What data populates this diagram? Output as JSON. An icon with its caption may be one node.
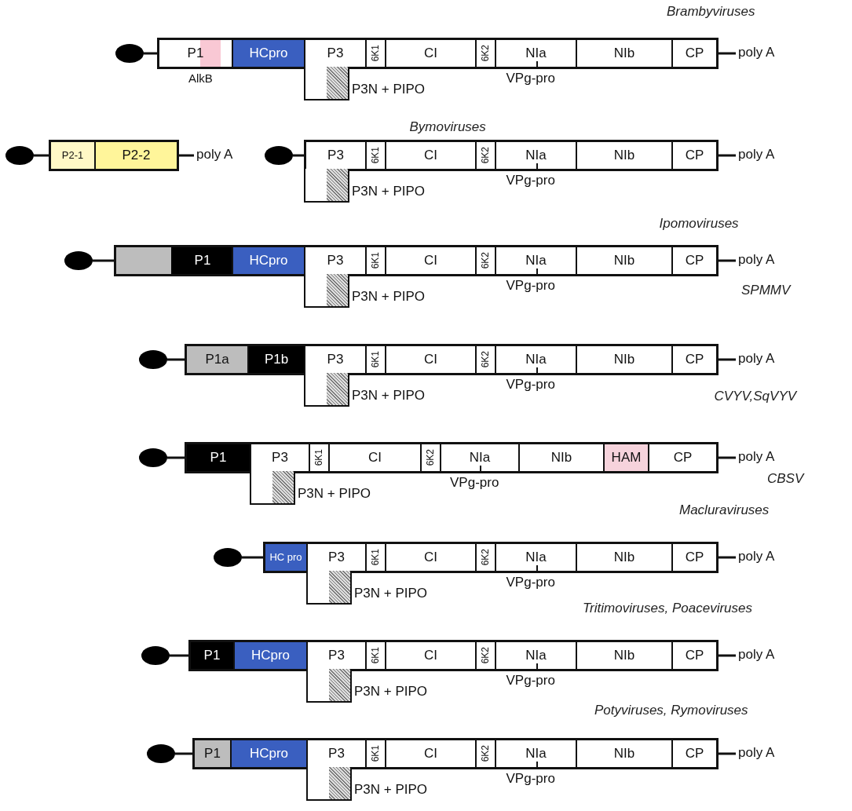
{
  "diagram": {
    "nodes": [
      {
        "text": [],
        "shape": "circle"
      },
      {
        "text": [],
        "shape": "bar"
      },
      {
        "text": [
          "P1"
        ],
        "in": 1,
        "beside": [
          "AlkB"
        ]
      },
      {
        "text": [
          "HCpro"
        ],
        "in": 1
      },
      {
        "text": [
          "P3"
        ],
        "in": 1
      },
      {
        "text": [
          "6K1"
        ],
        "in": 1
      },
      {
        "text": [
          "CI"
        ],
        "in": 1
      },
      {
        "text": [
          "6K2"
        ],
        "in": 1
      },
      {
        "text": [
          "NIa"
        ],
        "in": 1,
        "beside": [
          "VPg-pro"
        ]
      },
      {
        "text": [
          "NIb"
        ],
        "in": 1
      },
      {
        "text": [
          "CP"
        ],
        "in": 1
      },
      {
        "text": [
          "poly A"
        ]
      },
      {
        "text": [],
        "shape": "box",
        "beside": [
          "P3N + PIPO"
        ]
      },
      {
        "text": [],
        "shape": "circle"
      },
      {
        "text": [],
        "shape": "bar"
      },
      {
        "text": [
          "P2-1"
        ],
        "in": 14
      },
      {
        "text": [
          "P2-2"
        ],
        "in": 14
      },
      {
        "text": [
          "poly A"
        ]
      },
      {
        "text": [],
        "shape": "circle"
      },
      {
        "text": [],
        "shape": "bar"
      },
      {
        "text": [
          "P3"
        ],
        "in": 19
      },
      {
        "text": [
          "6K1"
        ],
        "in": 19
      },
      {
        "text": [
          "CI"
        ],
        "in": 19
      },
      {
        "text": [
          "6K2"
        ],
        "in": 19
      },
      {
        "text": [
          "NIa"
        ],
        "in": 19,
        "beside": [
          "VPg-pro"
        ]
      },
      {
        "text": [
          "NIb"
        ],
        "in": 19
      },
      {
        "text": [
          "CP"
        ],
        "in": 19
      },
      {
        "text": [
          "poly A"
        ]
      },
      {
        "text": [],
        "shape": "box",
        "beside": [
          "P3N + PIPO"
        ]
      },
      {
        "text": [],
        "shape": "circle"
      },
      {
        "text": [],
        "shape": "bar"
      },
      {
        "text": [
          "P1"
        ],
        "in": 30
      },
      {
        "text": [
          "HCpro"
        ],
        "in": 30
      },
      {
        "text": [
          "P3"
        ],
        "in": 30
      },
      {
        "text": [
          "6K1"
        ],
        "in": 30
      },
      {
        "text": [
          "CI"
        ],
        "in": 30
      },
      {
        "text": [
          "6K2"
        ],
        "in": 30
      },
      {
        "text": [
          "NIa"
        ],
        "in": 30,
        "beside": [
          "VPg-pro"
        ]
      },
      {
        "text": [
          "NIb"
        ],
        "in": 30
      },
      {
        "text": [
          "CP"
        ],
        "in": 30
      },
      {
        "text": [
          "poly A"
        ]
      },
      {
        "text": [],
        "shape": "box",
        "beside": [
          "P3N + PIPO"
        ]
      },
      {
        "text": [],
        "shape": "circle"
      },
      {
        "text": [],
        "shape": "bar"
      },
      {
        "text": [
          "P1a"
        ],
        "in": 43
      },
      {
        "text": [
          "P1b"
        ],
        "in": 43
      },
      {
        "text": [
          "P3"
        ],
        "in": 43
      },
      {
        "text": [
          "6K1"
        ],
        "in": 43
      },
      {
        "text": [
          "CI"
        ],
        "in": 43
      },
      {
        "text": [
          "6K2"
        ],
        "in": 43
      },
      {
        "text": [
          "NIa"
        ],
        "in": 43,
        "beside": [
          "VPg-pro"
        ]
      },
      {
        "text": [
          "NIb"
        ],
        "in": 43
      },
      {
        "text": [
          "CP"
        ],
        "in": 43
      },
      {
        "text": [
          "poly A"
        ]
      },
      {
        "text": [],
        "shape": "box",
        "beside": [
          "P3N + PIPO"
        ]
      },
      {
        "text": [],
        "shape": "circle"
      },
      {
        "text": [],
        "shape": "bar"
      },
      {
        "text": [
          "P1"
        ],
        "in": 56
      },
      {
        "text": [
          "P3"
        ],
        "in": 56
      },
      {
        "text": [
          "6K1"
        ],
        "in": 56
      },
      {
        "text": [
          "CI"
        ],
        "in": 56
      },
      {
        "text": [
          "6K2"
        ],
        "in": 56
      },
      {
        "text": [
          "NIa"
        ],
        "in": 56,
        "beside": [
          "VPg-pro"
        ]
      },
      {
        "text": [
          "NIb"
        ],
        "in": 56
      },
      {
        "text": [
          "HAM"
        ],
        "in": 56
      },
      {
        "text": [
          "CP"
        ],
        "in": 56
      },
      {
        "text": [
          "poly A"
        ]
      },
      {
        "text": [],
        "shape": "box",
        "beside": [
          "P3N + PIPO"
        ]
      },
      {
        "text": [],
        "shape": "circle"
      },
      {
        "text": [],
        "shape": "bar"
      },
      {
        "text": [
          "HC pro"
        ],
        "in": 69
      },
      {
        "text": [
          "P3"
        ],
        "in": 69
      },
      {
        "text": [
          "6K1"
        ],
        "in": 69
      },
      {
        "text": [
          "CI"
        ],
        "in": 69
      },
      {
        "text": [
          "6K2"
        ],
        "in": 69
      },
      {
        "text": [
          "NIa"
        ],
        "in": 69,
        "beside": [
          "VPg-pro"
        ]
      },
      {
        "text": [
          "NIb"
        ],
        "in": 69
      },
      {
        "text": [
          "CP"
        ],
        "in": 69
      },
      {
        "text": [
          "poly A"
        ]
      },
      {
        "text": [],
        "shape": "box",
        "beside": [
          "P3N + PIPO"
        ]
      },
      {
        "text": [],
        "shape": "circle"
      },
      {
        "text": [],
        "shape": "bar"
      },
      {
        "text": [
          "P1"
        ],
        "in": 81
      },
      {
        "text": [
          "HCpro"
        ],
        "in": 81
      },
      {
        "text": [
          "P3"
        ],
        "in": 81
      },
      {
        "text": [
          "6K1"
        ],
        "in": 81
      },
      {
        "text": [
          "CI"
        ],
        "in": 81
      },
      {
        "text": [
          "6K2"
        ],
        "in": 81
      },
      {
        "text": [
          "NIa"
        ],
        "in": 81,
        "beside": [
          "VPg-pro"
        ]
      },
      {
        "text": [
          "NIb"
        ],
        "in": 81
      },
      {
        "text": [
          "CP"
        ],
        "in": 81
      },
      {
        "text": [
          "poly A"
        ]
      },
      {
        "text": [],
        "shape": "box",
        "beside": [
          "P3N + PIPO"
        ]
      },
      {
        "text": [],
        "shape": "circle"
      },
      {
        "text": [],
        "shape": "bar"
      },
      {
        "text": [
          "P1"
        ],
        "in": 94
      },
      {
        "text": [
          "HCpro"
        ],
        "in": 94
      },
      {
        "text": [
          "P3"
        ],
        "in": 94
      },
      {
        "text": [
          "6K1"
        ],
        "in": 94
      },
      {
        "text": [
          "CI"
        ],
        "in": 94
      },
      {
        "text": [
          "6K2"
        ],
        "in": 94
      },
      {
        "text": [
          "NIa"
        ],
        "in": 94,
        "beside": [
          "VPg-pro"
        ]
      },
      {
        "text": [
          "NIb"
        ],
        "in": 94
      },
      {
        "text": [
          "CP"
        ],
        "in": 94
      },
      {
        "text": [
          "poly A"
        ]
      },
      {
        "text": [],
        "shape": "box",
        "beside": [
          "P3N + PIPO"
        ]
      }
    ],
    "edges": [
      {
        "from": 0,
        "to": 1,
        "arrow": "none"
      },
      {
        "from": 1,
        "to": 11,
        "arrow": "none"
      },
      {
        "from": 13,
        "to": 14,
        "arrow": "none"
      },
      {
        "from": 14,
        "to": 17,
        "arrow": "none"
      },
      {
        "from": 18,
        "to": 19,
        "arrow": "none"
      },
      {
        "from": 19,
        "to": 27,
        "arrow": "none"
      },
      {
        "from": 29,
        "to": 30,
        "arrow": "none"
      },
      {
        "from": 30,
        "to": 40,
        "arrow": "none"
      },
      {
        "from": 42,
        "to": 43,
        "arrow": "none"
      },
      {
        "from": 43,
        "to": 53,
        "arrow": "none"
      },
      {
        "from": 55,
        "to": 56,
        "arrow": "none"
      },
      {
        "from": 56,
        "to": 66,
        "arrow": "none"
      },
      {
        "from": 68,
        "to": 69,
        "arrow": "none"
      },
      {
        "from": 69,
        "to": 78,
        "arrow": "none"
      },
      {
        "from": 80,
        "to": 81,
        "arrow": "none"
      },
      {
        "from": 81,
        "to": 91,
        "arrow": "none"
      },
      {
        "from": 93,
        "to": 94,
        "arrow": "none"
      },
      {
        "from": 94,
        "to": 104,
        "arrow": "none"
      }
    ],
    "labels": [
      "Brambyviruses",
      "Bymoviruses",
      "Ipomoviruses",
      "SPMMV",
      "CVYV,SqVYV",
      "CBSV",
      "Macluraviruses",
      "Tritimoviruses, Poaceviruses",
      "Potyviruses, Rymoviruses"
    ]
  }
}
